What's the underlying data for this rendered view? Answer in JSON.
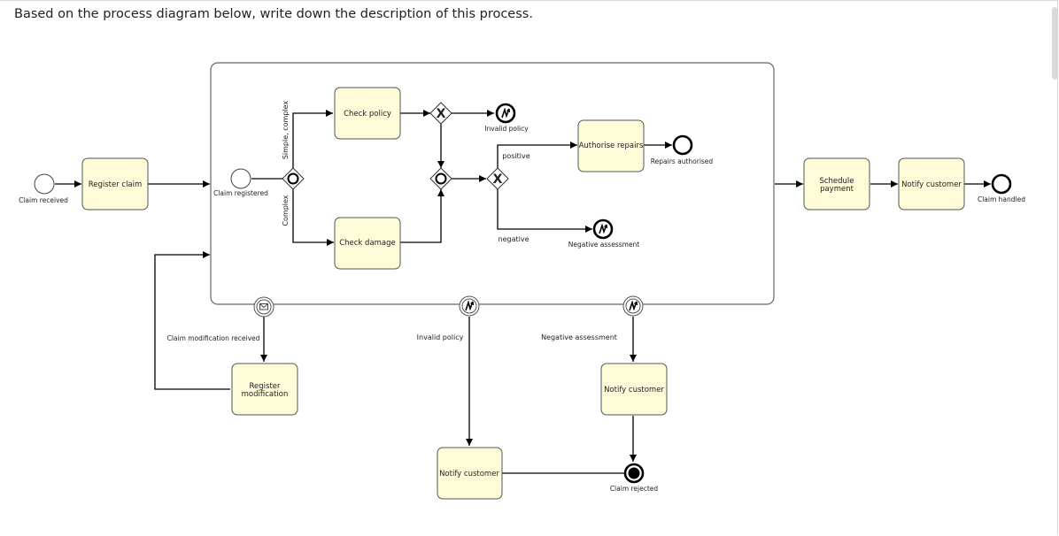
{
  "question": "Based on the process diagram below, write down the description of this process.",
  "tasks": {
    "register_claim": "Register claim",
    "check_policy": "Check policy",
    "check_damage": "Check damage",
    "authorise_repairs": "Authorise repairs",
    "schedule_payment_1": "Schedule",
    "schedule_payment_2": "payment",
    "notify_customer_main": "Notify customer",
    "register_modification_1": "Register",
    "register_modification_2": "modification",
    "notify_customer_negative": "Notify customer",
    "notify_customer_invalid": "Notify customer"
  },
  "events": {
    "claim_received": "Claim received",
    "claim_registered": "Claim registered",
    "invalid_policy_end": "Invalid policy",
    "repairs_authorised": "Repairs authorised",
    "negative_assessment_end": "Negative assessment",
    "claim_handled": "Claim handled",
    "claim_modification_received": "Claim modification received",
    "invalid_policy_boundary": "Invalid policy",
    "negative_assessment_boundary": "Negative assessment",
    "claim_rejected": "Claim rejected"
  },
  "flow_labels": {
    "simple_complex": "Simple, complex",
    "complex": "Complex",
    "positive": "positive",
    "negative": "negative"
  },
  "icons": {
    "xor_gateway": "X",
    "error_event": "lightning-icon",
    "message_event": "envelope-icon"
  }
}
